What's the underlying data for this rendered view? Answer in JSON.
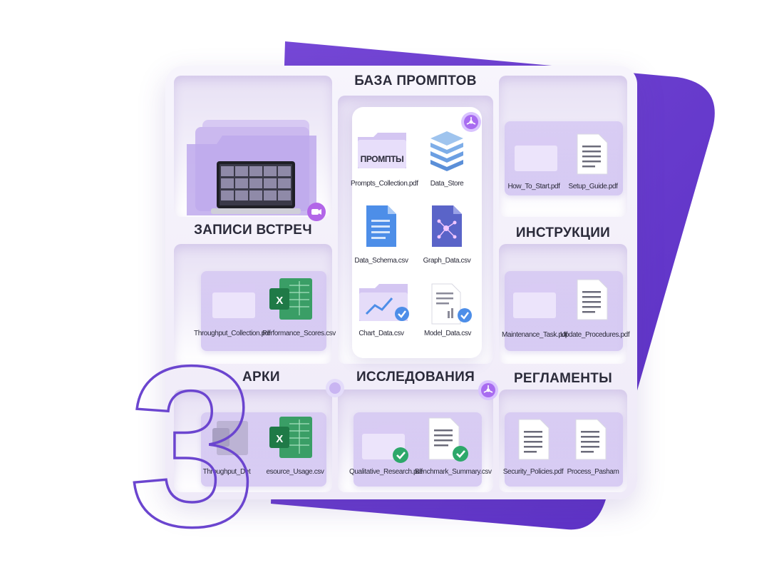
{
  "colors": {
    "accent": "#7b4fd6",
    "folder": "#c5b2ee",
    "excel": "#2e8b57",
    "check": "#2da86a",
    "doc_blue": "#4d8ee8"
  },
  "numeral": "3",
  "sections": {
    "prompts_base": "БАЗА ПРОМПТОВ",
    "meetings": "ЗАПИСИ ВСТРЕЧ",
    "instructions": "ИНСТРУКЦИИ",
    "benchmarks": "АРКИ",
    "research": "ИССЛЕДОВАНИЯ",
    "regulations": "РЕГЛАМЕНТЫ"
  },
  "center_files": {
    "folder_tag": "ПРОМПТЫ",
    "items": [
      {
        "label": "Prompts_Collection.pdf",
        "icon": "prompts-folder-icon"
      },
      {
        "label": "Data_Store",
        "icon": "data-stack-icon"
      },
      {
        "label": "Data_Schema.csv",
        "icon": "blue-document-icon"
      },
      {
        "label": "Graph_Data.csv",
        "icon": "graph-network-icon"
      },
      {
        "label": "Chart_Data.csv",
        "icon": "chart-folder-icon"
      },
      {
        "label": "Model_Data.csv",
        "icon": "document-chart-icon"
      }
    ]
  },
  "instructions_files": [
    "How_To_Start.pdf",
    "Setup_Guide.pdf"
  ],
  "meetings_files": [
    "Throughput_Collection.pdf",
    "Performance_Scores.csv"
  ],
  "maintenance_files": [
    "Maintenance_Task.pdf",
    "Update_Procedures.pdf"
  ],
  "benchmark_files": [
    "Throughput_Det",
    "esource_Usage.csv"
  ],
  "research_files": [
    "Qualitative_Research.pdf",
    "Benchmark_Summary.csv"
  ],
  "regulation_files": [
    "Security_Policies.pdf",
    "Process_Pasham"
  ],
  "excel_letter": "X"
}
